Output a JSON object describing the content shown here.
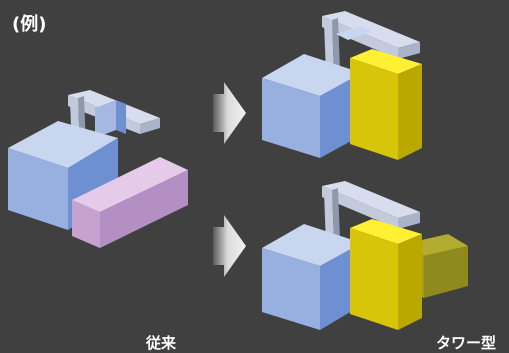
{
  "labels": {
    "example": "(例)",
    "conventional": "従来",
    "tower": "タワー型"
  },
  "colors": {
    "background": "#404040",
    "box_blue": "#8FA8DC",
    "box_pink": "#C7A2D1",
    "box_yellow": "#E8D900",
    "box_olive": "#9A951E",
    "bracket": "#B9C2D4",
    "arrow": "#E8E8E8"
  }
}
